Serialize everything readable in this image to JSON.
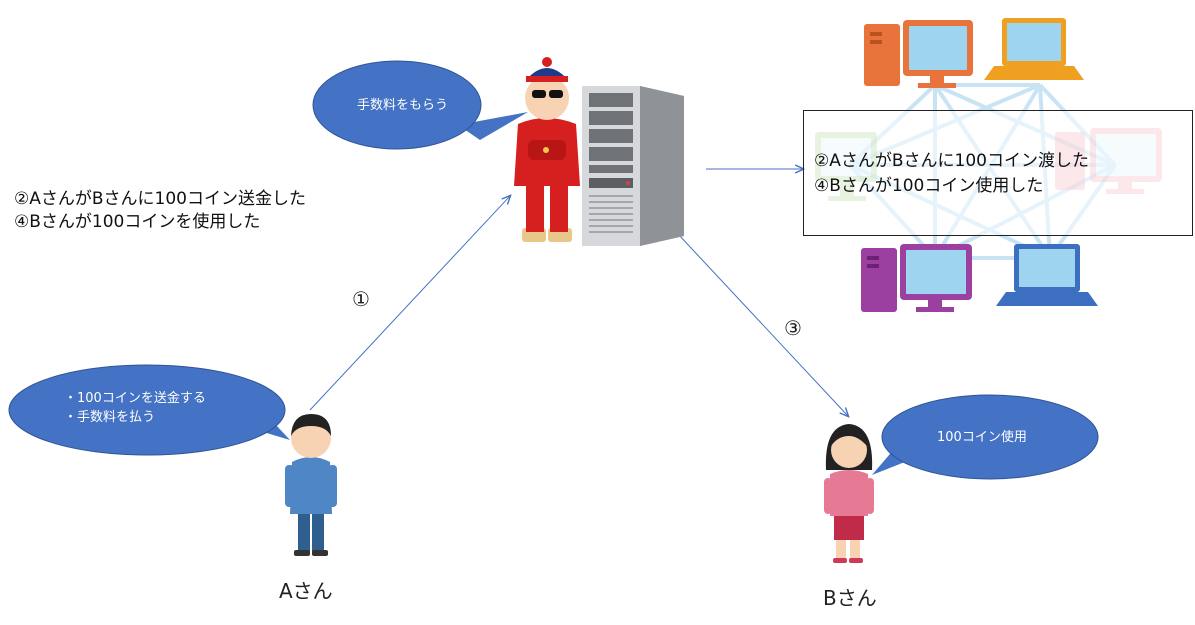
{
  "bubbles": {
    "fee": "手数料をもらう",
    "sender_line1": "・100コインを送金する",
    "sender_line2": "・手数料を払う",
    "receiver": "100コイン使用"
  },
  "records_left": {
    "line1": "②AさんがBさんに100コイン送金した",
    "line2": "④Bさんが100コインを使用した"
  },
  "ledger_box": {
    "line1": "②AさんがBさんに100コイン渡した",
    "line2": "④Bさんが100コイン使用した"
  },
  "steps": {
    "one": "①",
    "three": "③"
  },
  "people": {
    "a": "Aさん",
    "b": "Bさん"
  },
  "colors": {
    "bubble_fill": "#4472c4",
    "arrow": "#4472c4"
  }
}
